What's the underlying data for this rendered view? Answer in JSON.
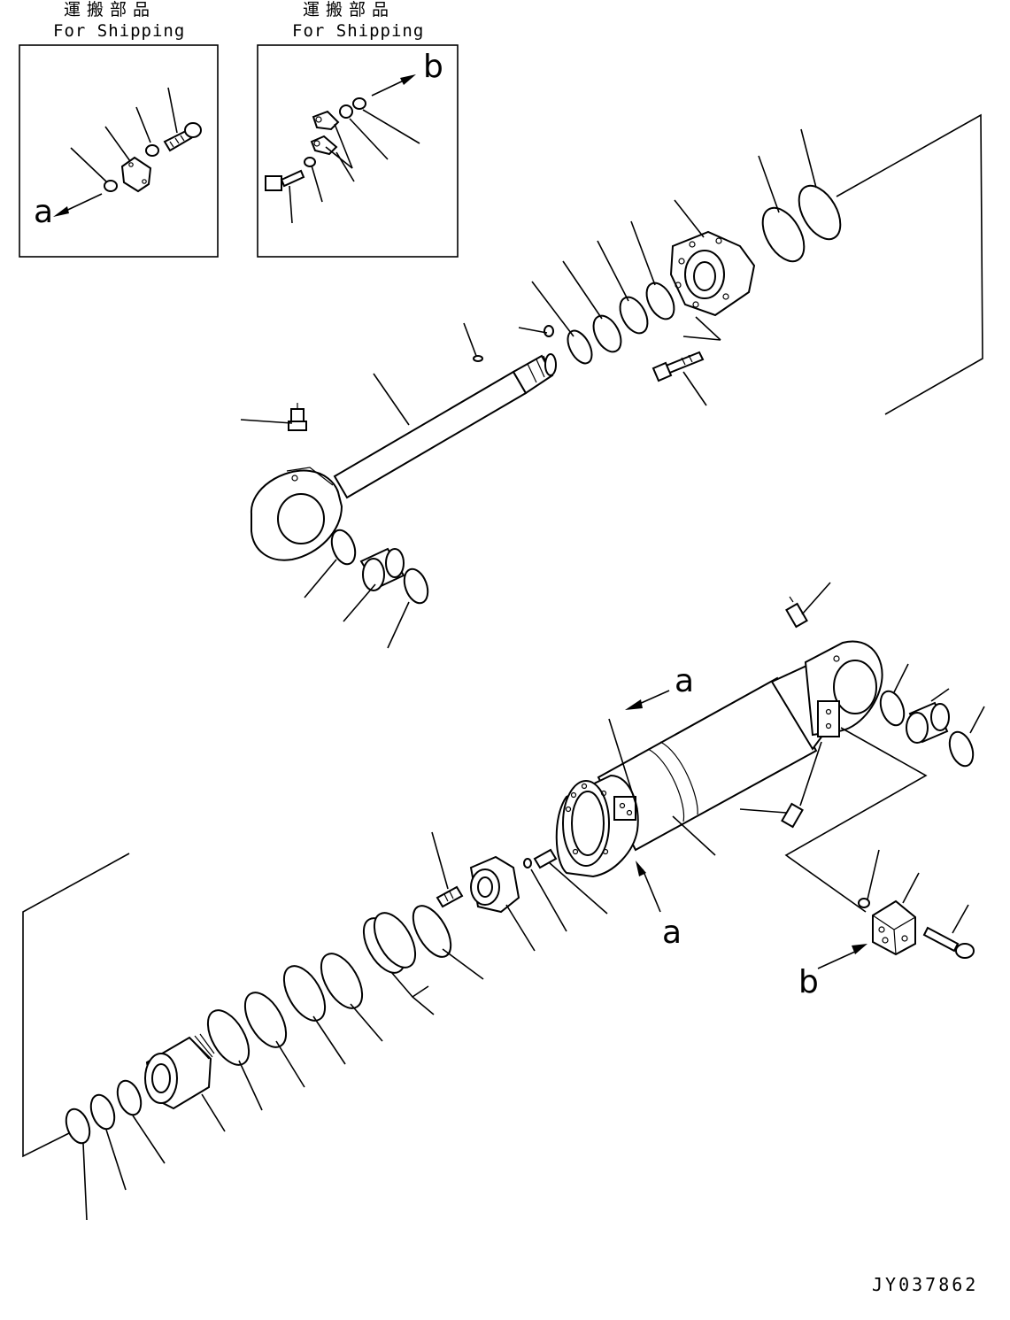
{
  "shipping_boxes": [
    {
      "jp": "運搬部品",
      "en": "For Shipping"
    },
    {
      "jp": "運搬部品",
      "en": "For Shipping"
    }
  ],
  "callouts": {
    "a1": "a",
    "b1": "b",
    "a2": "a",
    "a3": "a",
    "b2": "b"
  },
  "doc_id": "JY037862"
}
